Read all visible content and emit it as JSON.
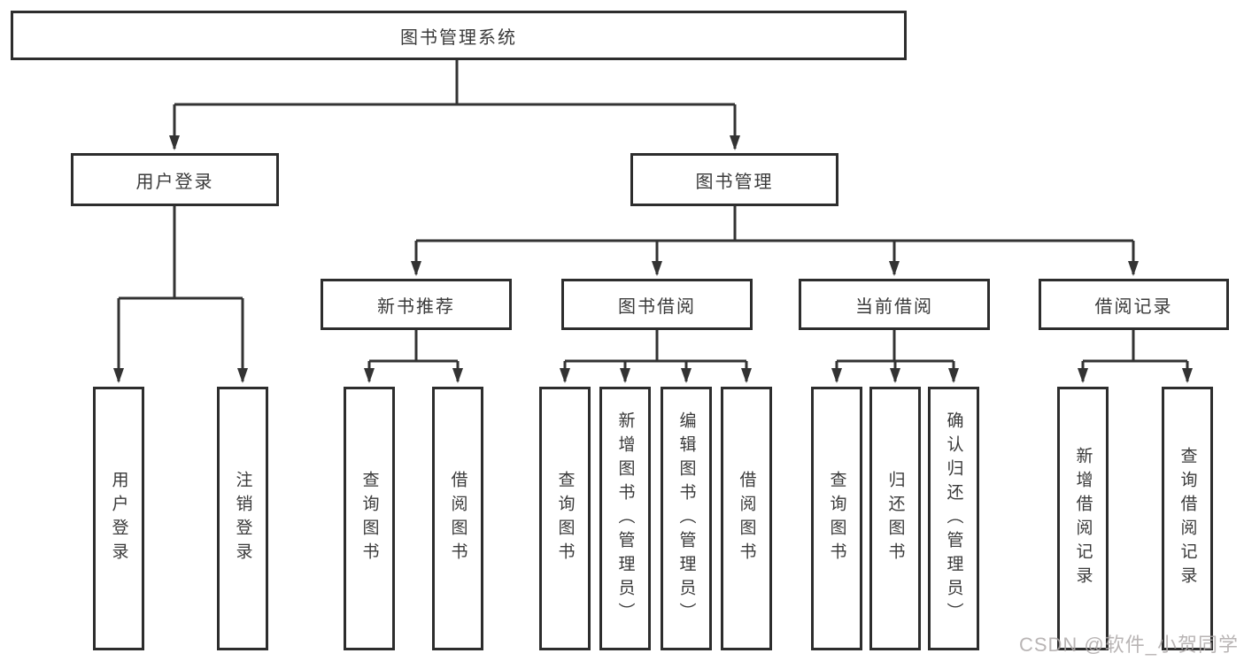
{
  "diagram_type": "hierarchy-tree",
  "root": {
    "label": "图书管理系统",
    "children": [
      {
        "label": "用户登录",
        "children": [
          {
            "label": "用户登录"
          },
          {
            "label": "注销登录"
          }
        ]
      },
      {
        "label": "图书管理",
        "children": [
          {
            "label": "新书推荐",
            "children": [
              {
                "label": "查询图书"
              },
              {
                "label": "借阅图书"
              }
            ]
          },
          {
            "label": "图书借阅",
            "children": [
              {
                "label": "查询图书"
              },
              {
                "label": "新增图书（管理员）"
              },
              {
                "label": "编辑图书（管理员）"
              },
              {
                "label": "借阅图书"
              }
            ]
          },
          {
            "label": "当前借阅",
            "children": [
              {
                "label": "查询图书"
              },
              {
                "label": "归还图书"
              },
              {
                "label": "确认归还（管理员）"
              }
            ]
          },
          {
            "label": "借阅记录",
            "children": [
              {
                "label": "新增借阅记录"
              },
              {
                "label": "查询借阅记录"
              }
            ]
          }
        ]
      }
    ]
  },
  "watermark": "CSDN @软件_小贺同学",
  "colors": {
    "line": "#333333",
    "box_border": "#2d2d2d",
    "text": "#3a3a3a",
    "watermark": "#ada8a8",
    "background": "#ffffff"
  }
}
